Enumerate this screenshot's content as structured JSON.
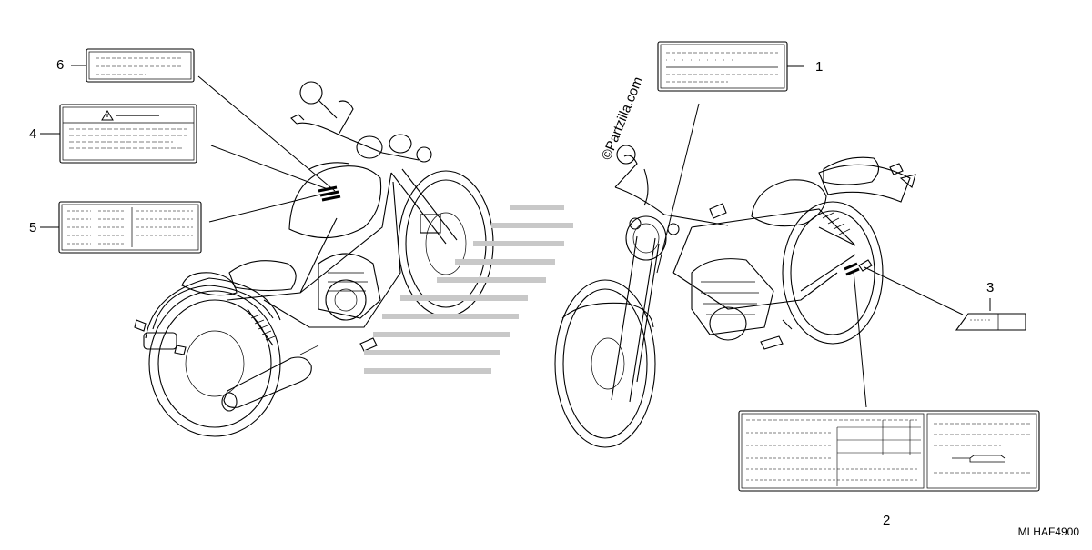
{
  "callouts": [
    {
      "id": "1",
      "text": "1"
    },
    {
      "id": "2",
      "text": "2"
    },
    {
      "id": "3",
      "text": "3"
    },
    {
      "id": "4",
      "text": "4"
    },
    {
      "id": "5",
      "text": "5"
    },
    {
      "id": "6",
      "text": "6"
    }
  ],
  "diagram_code": "MLHAF4900",
  "watermark": "©Partzilla.com",
  "warning_symbol": "warning-triangle-icon"
}
